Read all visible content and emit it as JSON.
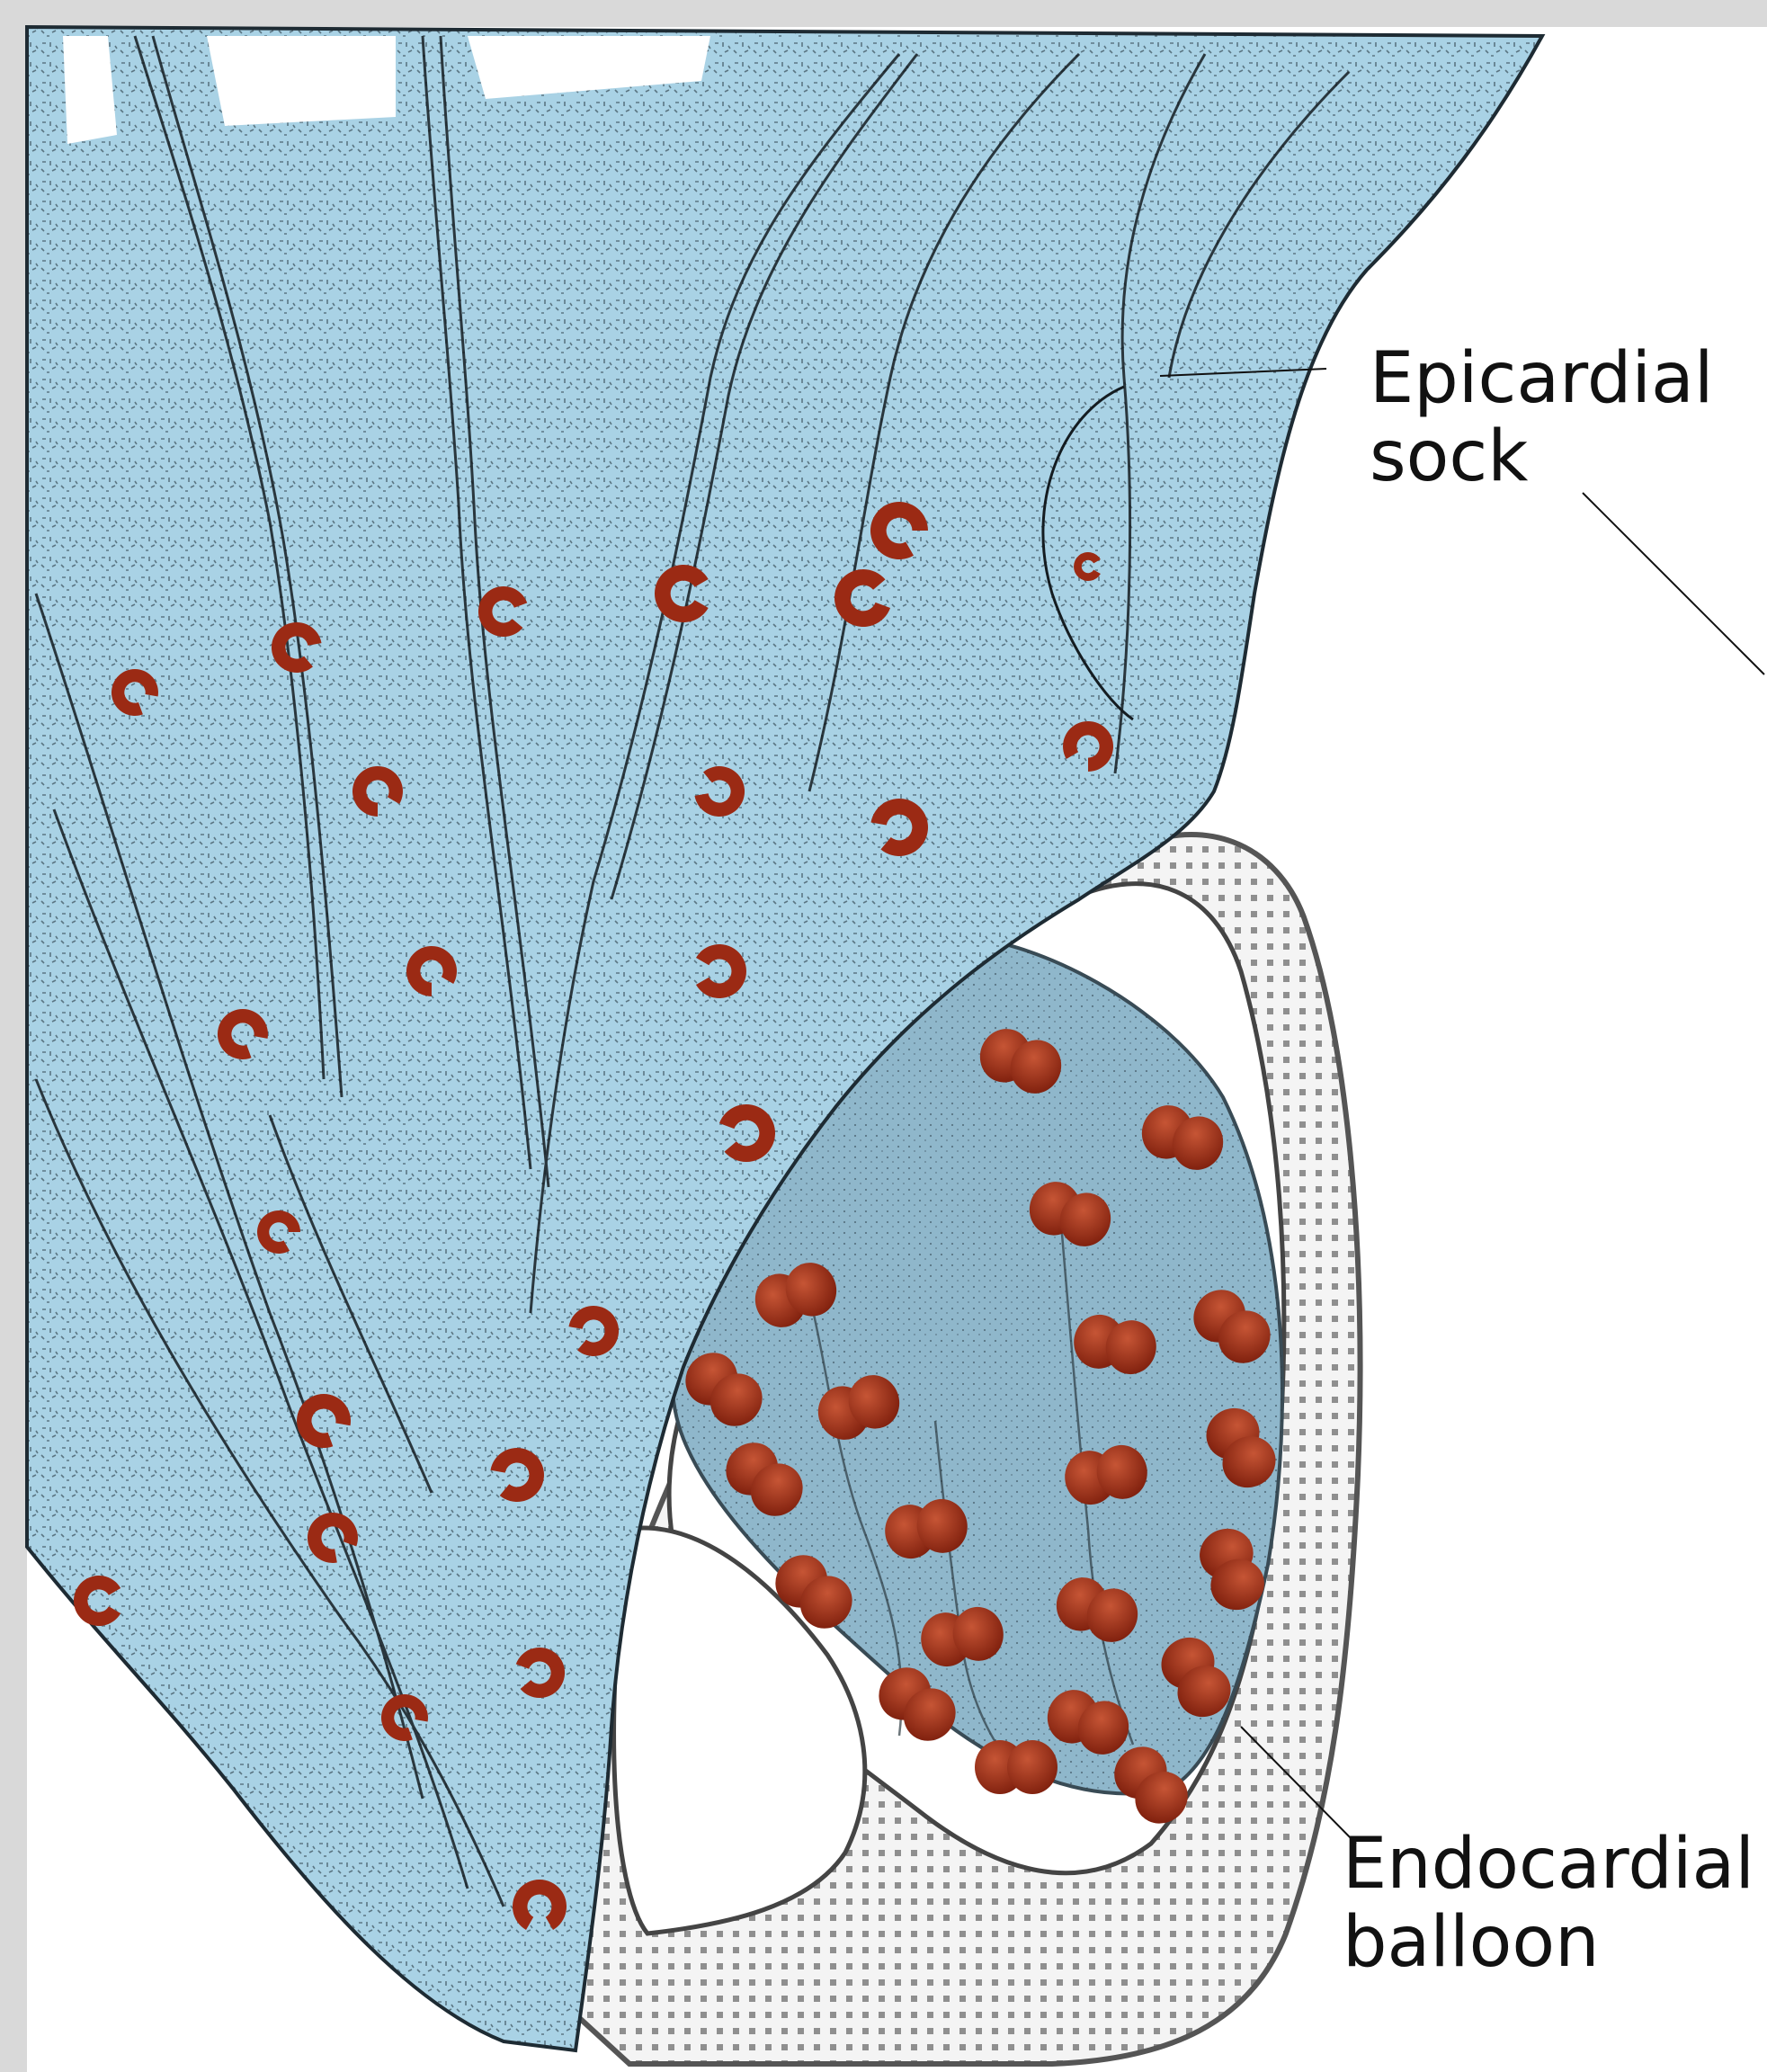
{
  "labels": {
    "epicardial": {
      "line1": "Epicardial",
      "line2": "sock"
    },
    "endocardial": {
      "line1": "Endocardial",
      "line2": "balloon"
    }
  },
  "colors": {
    "background": "#d9d9d9",
    "paper": "#ffffff",
    "epicardial_tissue": "#a9d2e5",
    "endocardial_tissue": "#8fb7cb",
    "electrode": "#9b2a14",
    "electrode_highlight": "#c24a2c",
    "wall_dots": "#9a9a9a",
    "line": "#111111"
  },
  "icons": {
    "sock_electrode": "c-shaped-electrode-icon",
    "balloon_electrode": "paired-disk-electrode-icon"
  }
}
